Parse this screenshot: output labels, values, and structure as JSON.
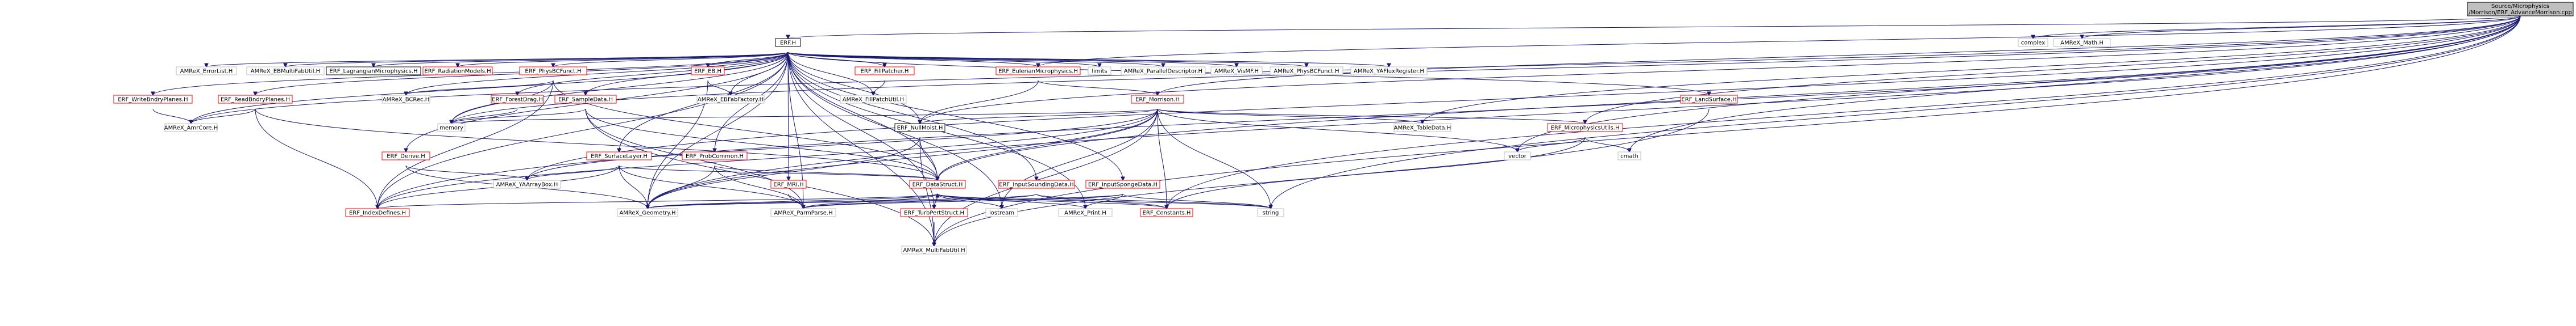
{
  "root": {
    "line1": "Source/Microphysics",
    "line2": "/Morrison/ERF_AdvanceMorrison.cpp"
  },
  "nodes": {
    "erf_h": "ERF.H",
    "complex": "complex",
    "amrex_math_h": "AMReX_Math.H",
    "errorlist": "AMReX_ErrorList.H",
    "ebmultifabutil": "AMReX_EBMultiFabUtil.H",
    "lagrangian": "ERF_LagrangianMicrophysics.H",
    "radiation": "ERF_RadiationModels.H",
    "physbcfunct_erf": "ERF_PhysBCFunct.H",
    "eb": "ERF_EB.H",
    "fillpatcher": "ERF_FillPatcher.H",
    "eulerian": "ERF_EulerianMicrophysics.H",
    "limits": "limits",
    "paralleldescriptor": "AMReX_ParallelDescriptor.H",
    "vismf": "AMReX_VisMF.H",
    "physbcfunct_amrex": "AMReX_PhysBCFunct.H",
    "yafluxregister": "AMReX_YAFluxRegister.H",
    "landsurface": "ERF_LandSurface.H",
    "writebndry": "ERF_WriteBndryPlanes.H",
    "readbndry": "ERF_ReadBndryPlanes.H",
    "bcrec": "AMReX_BCRec.H",
    "forestdrag": "ERF_ForestDrag.H",
    "sampledata": "ERF_SampleData.H",
    "ebfabfactory": "AMReX_EBFabFactory.H",
    "fillpatchutil": "AMReX_FillPatchUtil.H",
    "morrison": "ERF_Morrison.H",
    "tabledata": "AMReX_TableData.H",
    "microphysicsutils": "ERF_MicrophysicsUtils.H",
    "amrcore": "AMReX_AmrCore.H",
    "memory": "memory",
    "derive": "ERF_Derive.H",
    "surfacelayer": "ERF_SurfaceLayer.H",
    "probcommon": "ERF_ProbCommon.H",
    "nullmoist": "ERF_NullMoist.H",
    "vector": "vector",
    "cmath": "cmath",
    "mri": "ERF_MRI.H",
    "yaarraybox": "AMReX_YAArrayBox.H",
    "inputsounding": "ERF_InputSoundingData.H",
    "inputsponge": "ERF_InputSpongeData.H",
    "datastruct": "ERF_DataStruct.H",
    "indexdefines": "ERF_IndexDefines.H",
    "geometry": "AMReX_Geometry.H",
    "parmparse": "AMReX_ParmParse.H",
    "turbpertstruct": "ERF_TurbPertStruct.H",
    "iostream": "iostream",
    "amrex_print": "AMReX_Print.H",
    "constants": "ERF_Constants.H",
    "string": "string",
    "multifabutil": "AMReX_MultiFabUtil.H"
  },
  "colors": {
    "edge": "#191970",
    "red_border": "#ff0000",
    "gray_border": "#bfbfbf",
    "root_fill": "#bfbfbf"
  }
}
